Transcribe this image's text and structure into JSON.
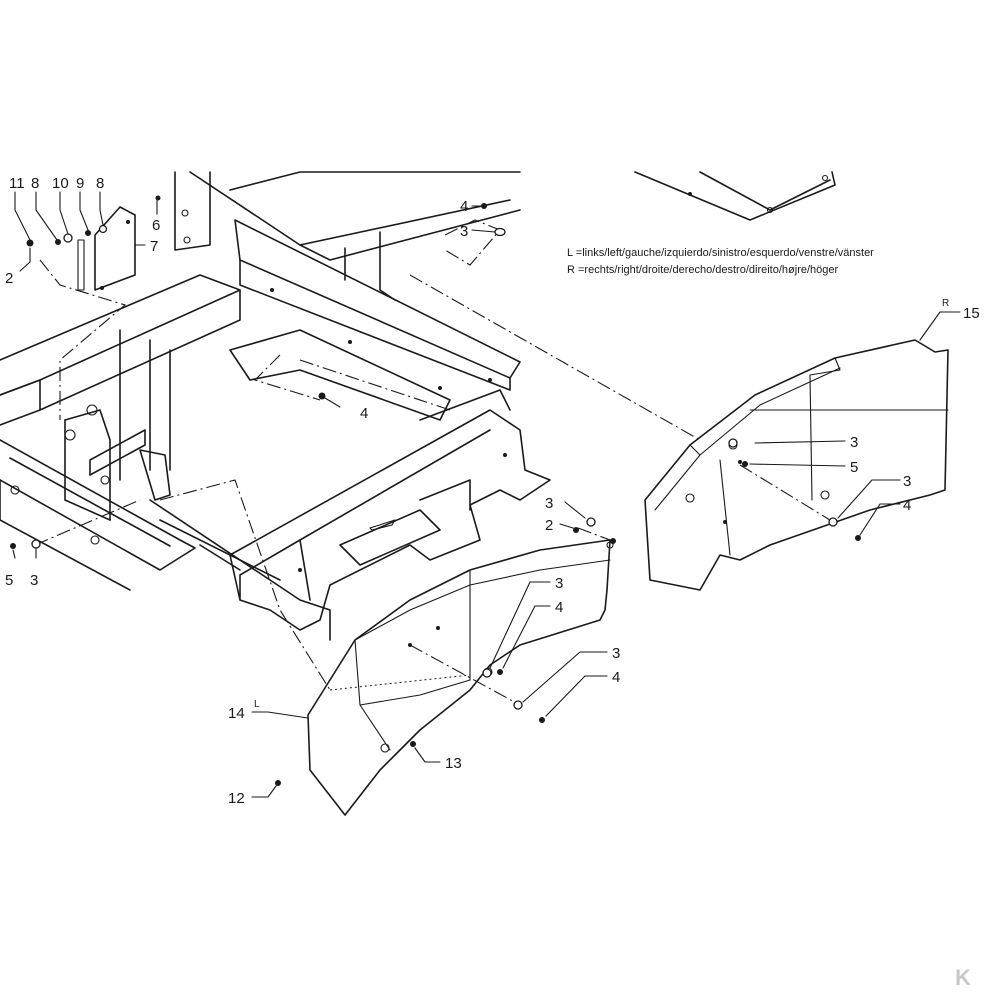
{
  "legend": {
    "left": "L  =links/left/gauche/izquierdo/sinistro/esquerdo/venstre/vänster",
    "right": "R  =rechts/right/droite/derecho/destro/direito/højre/höger"
  },
  "side_marks": {
    "left": "L",
    "right": "R"
  },
  "watermark": "K",
  "callouts": [
    {
      "id": "c11",
      "text": "11"
    },
    {
      "id": "c8a",
      "text": "8"
    },
    {
      "id": "c10",
      "text": "10"
    },
    {
      "id": "c9",
      "text": "9"
    },
    {
      "id": "c8b",
      "text": "8"
    },
    {
      "id": "c6",
      "text": "6"
    },
    {
      "id": "c7",
      "text": "7"
    },
    {
      "id": "c2a",
      "text": "2"
    },
    {
      "id": "c4a",
      "text": "4"
    },
    {
      "id": "c3a",
      "text": "3"
    },
    {
      "id": "c4b",
      "text": "4"
    },
    {
      "id": "c15",
      "text": "15"
    },
    {
      "id": "c3b",
      "text": "3"
    },
    {
      "id": "c5a",
      "text": "5"
    },
    {
      "id": "c3c",
      "text": "3"
    },
    {
      "id": "c4c",
      "text": "4"
    },
    {
      "id": "c3d",
      "text": "3"
    },
    {
      "id": "c2b",
      "text": "2"
    },
    {
      "id": "c5b",
      "text": "5"
    },
    {
      "id": "c3e",
      "text": "3"
    },
    {
      "id": "c3f",
      "text": "3"
    },
    {
      "id": "c4d",
      "text": "4"
    },
    {
      "id": "c3g",
      "text": "3"
    },
    {
      "id": "c4e",
      "text": "4"
    },
    {
      "id": "c14",
      "text": "14"
    },
    {
      "id": "c13",
      "text": "13"
    },
    {
      "id": "c12",
      "text": "12"
    }
  ]
}
